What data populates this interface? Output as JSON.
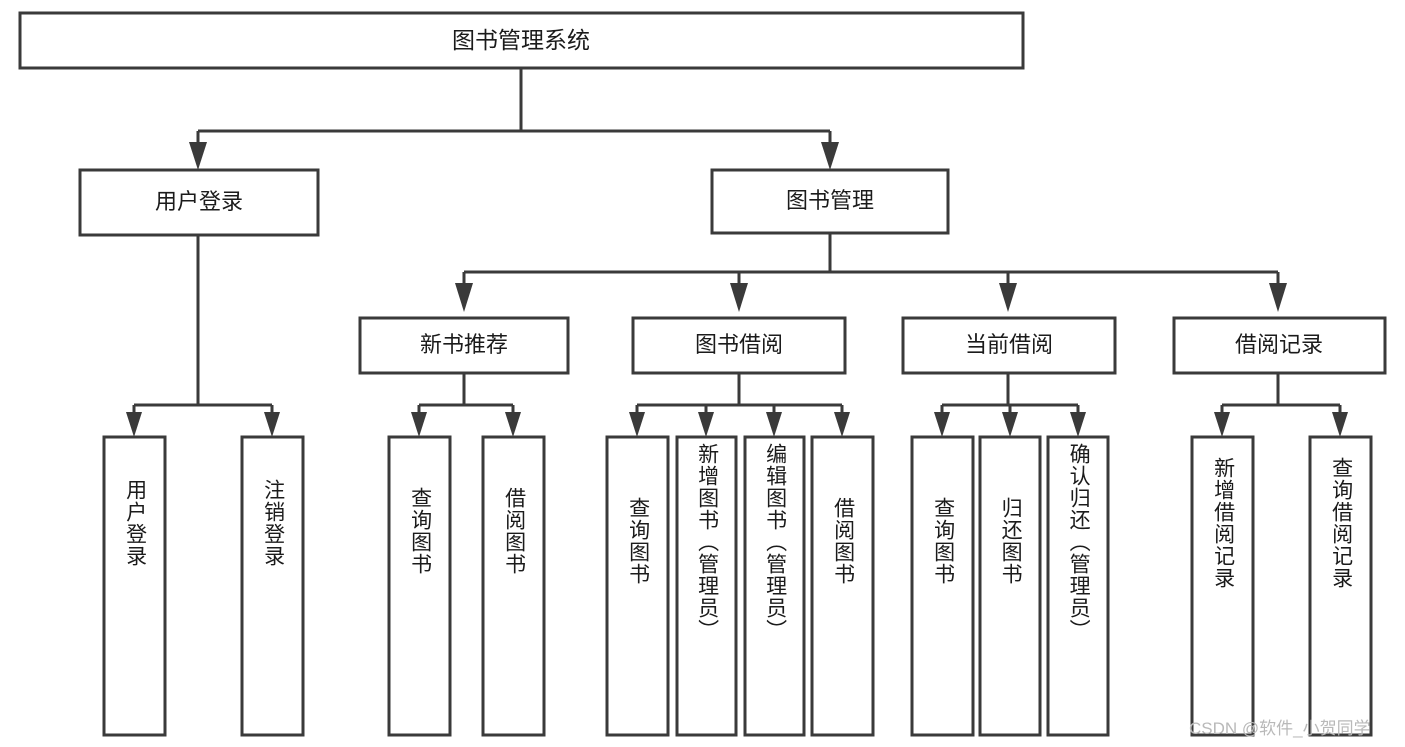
{
  "diagram": {
    "title": "图书管理系统",
    "type": "tree",
    "watermark": "CSDN @软件_小贺同学",
    "root": {
      "id": "root",
      "label": "图书管理系统",
      "orientation": "horizontal"
    },
    "level2": [
      {
        "id": "user-login",
        "label": "用户登录",
        "orientation": "horizontal"
      },
      {
        "id": "book-manage",
        "label": "图书管理",
        "orientation": "horizontal"
      }
    ],
    "level3": [
      {
        "id": "new-book-recommend",
        "label": "新书推荐",
        "orientation": "horizontal",
        "parent": "book-manage"
      },
      {
        "id": "book-borrow",
        "label": "图书借阅",
        "orientation": "horizontal",
        "parent": "book-manage"
      },
      {
        "id": "current-borrow",
        "label": "当前借阅",
        "orientation": "horizontal",
        "parent": "book-manage"
      },
      {
        "id": "borrow-record",
        "label": "借阅记录",
        "orientation": "horizontal",
        "parent": "book-manage"
      }
    ],
    "leaves": [
      {
        "id": "leaf-user-login",
        "label": "用户登录",
        "parent": "user-login",
        "orientation": "vertical"
      },
      {
        "id": "leaf-logout",
        "label": "注销登录",
        "parent": "user-login",
        "orientation": "vertical"
      },
      {
        "id": "leaf-query-book-1",
        "label": "查询图书",
        "parent": "new-book-recommend",
        "orientation": "vertical"
      },
      {
        "id": "leaf-borrow-book-1",
        "label": "借阅图书",
        "parent": "new-book-recommend",
        "orientation": "vertical"
      },
      {
        "id": "leaf-query-book-2",
        "label": "查询图书",
        "parent": "book-borrow",
        "orientation": "vertical"
      },
      {
        "id": "leaf-add-book",
        "label": "新增图书（管理员）",
        "parent": "book-borrow",
        "orientation": "vertical"
      },
      {
        "id": "leaf-edit-book",
        "label": "编辑图书（管理员）",
        "parent": "book-borrow",
        "orientation": "vertical"
      },
      {
        "id": "leaf-borrow-book-2",
        "label": "借阅图书",
        "parent": "book-borrow",
        "orientation": "vertical"
      },
      {
        "id": "leaf-query-book-3",
        "label": "查询图书",
        "parent": "current-borrow",
        "orientation": "vertical"
      },
      {
        "id": "leaf-return-book",
        "label": "归还图书",
        "parent": "current-borrow",
        "orientation": "vertical"
      },
      {
        "id": "leaf-confirm-return",
        "label": "确认归还（管理员）",
        "parent": "current-borrow",
        "orientation": "vertical"
      },
      {
        "id": "leaf-add-record",
        "label": "新增借阅记录",
        "parent": "borrow-record",
        "orientation": "vertical"
      },
      {
        "id": "leaf-query-record",
        "label": "查询借阅记录",
        "parent": "borrow-record",
        "orientation": "vertical"
      }
    ],
    "colors": {
      "stroke": "#3a3a3a",
      "fill": "#ffffff",
      "text": "#1b1b1b",
      "watermark": "#b9b9b9"
    }
  }
}
